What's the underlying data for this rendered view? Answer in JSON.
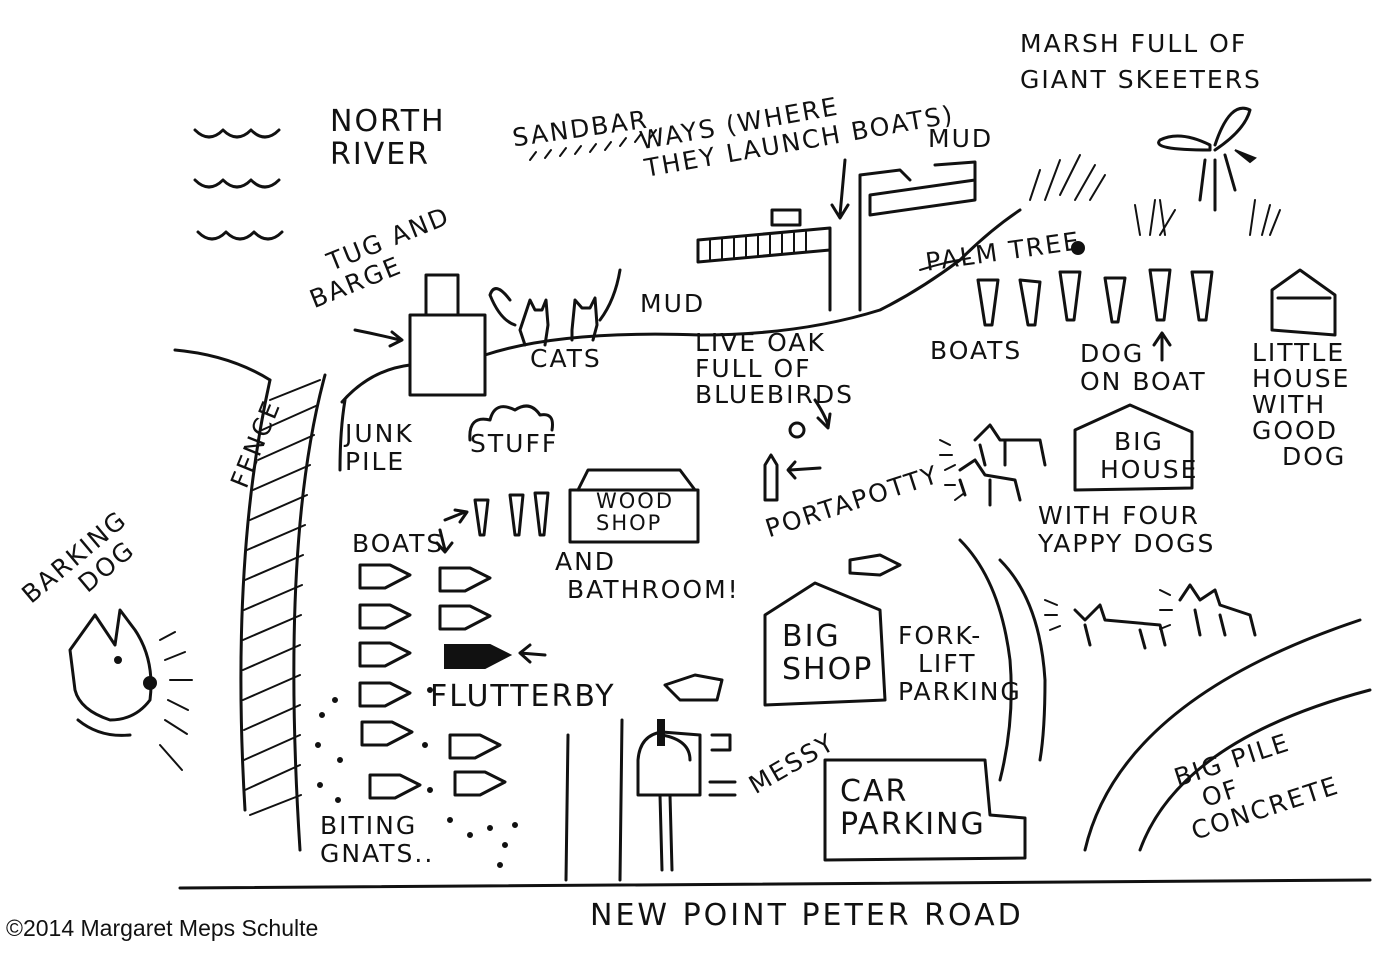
{
  "map": {
    "labels": {
      "north_river": [
        "NORTH",
        "RIVER"
      ],
      "sandbar": "SANDBAR",
      "ways": [
        "WAYS (WHERE",
        "THEY LAUNCH BOATS)"
      ],
      "mud_top": "MUD",
      "marsh": [
        "MARSH FULL OF",
        "GIANT SKEETERS"
      ],
      "tug": [
        "TUG AND",
        "BARGE"
      ],
      "mud_mid": "MUD",
      "palm_tree": "PALM TREE",
      "cats": "CATS",
      "boats_top": "BOATS",
      "dog_on_boat": [
        "DOG",
        "ON BOAT"
      ],
      "little_house": [
        "LITTLE",
        "HOUSE",
        "WITH",
        "GOOD",
        "DOG"
      ],
      "fence": "FENCE",
      "junk_pile": [
        "JUNK",
        "PILE"
      ],
      "stuff": "STUFF",
      "live_oak": [
        "LIVE OAK",
        "FULL OF",
        "BLUEBIRDS"
      ],
      "big_house": [
        "BIG",
        "HOUSE"
      ],
      "yappy": [
        "WITH FOUR",
        "YAPPY DOGS"
      ],
      "barking_dog": [
        "BARKING",
        "DOG"
      ],
      "boats_left": "BOATS",
      "wood_shop": [
        "WOOD",
        "SHOP"
      ],
      "bathroom": [
        "AND",
        "BATHROOM!"
      ],
      "portapotty": "PORTAPOTTY",
      "big_shop": [
        "BIG",
        "SHOP"
      ],
      "forklift": [
        "FORK-",
        "LIFT",
        "PARKING"
      ],
      "flutterby": "FLUTTERBY",
      "messy": "MESSY",
      "car_parking": [
        "CAR",
        "PARKING"
      ],
      "big_pile": [
        "BIG PILE",
        "OF",
        "CONCRETE"
      ],
      "biting_gnats": [
        "BITING",
        "GNATS.."
      ],
      "road": "NEW POINT PETER ROAD"
    },
    "copyright": "©2014 Margaret Meps Schulte",
    "colors": {
      "ink": "#111111",
      "paper": "#ffffff"
    }
  }
}
